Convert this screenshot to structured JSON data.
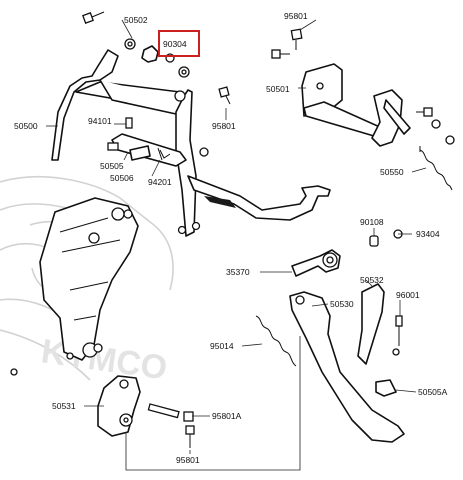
{
  "diagram": {
    "watermark": "KYMCO",
    "highlight_color": "#cc1f1f",
    "highlighted_part": "90304",
    "callouts": [
      {
        "id": "c50502",
        "label": "50502"
      },
      {
        "id": "c90304",
        "label": "90304"
      },
      {
        "id": "c95801a",
        "label": "95801"
      },
      {
        "id": "c50501",
        "label": "50501"
      },
      {
        "id": "c50500",
        "label": "50500"
      },
      {
        "id": "c94101",
        "label": "94101"
      },
      {
        "id": "c95801b",
        "label": "95801"
      },
      {
        "id": "c50505",
        "label": "50505"
      },
      {
        "id": "c50506",
        "label": "50506"
      },
      {
        "id": "c94201",
        "label": "94201"
      },
      {
        "id": "c50550",
        "label": "50550"
      },
      {
        "id": "c90108",
        "label": "90108"
      },
      {
        "id": "c93404",
        "label": "93404"
      },
      {
        "id": "c35370",
        "label": "35370"
      },
      {
        "id": "c50532",
        "label": "50532"
      },
      {
        "id": "c96001",
        "label": "96001"
      },
      {
        "id": "c50530",
        "label": "50530"
      },
      {
        "id": "c95014",
        "label": "95014"
      },
      {
        "id": "c50505a",
        "label": "50505A"
      },
      {
        "id": "c50531",
        "label": "50531"
      },
      {
        "id": "c95801ca",
        "label": "95801A"
      },
      {
        "id": "c95801c",
        "label": "95801"
      }
    ]
  }
}
